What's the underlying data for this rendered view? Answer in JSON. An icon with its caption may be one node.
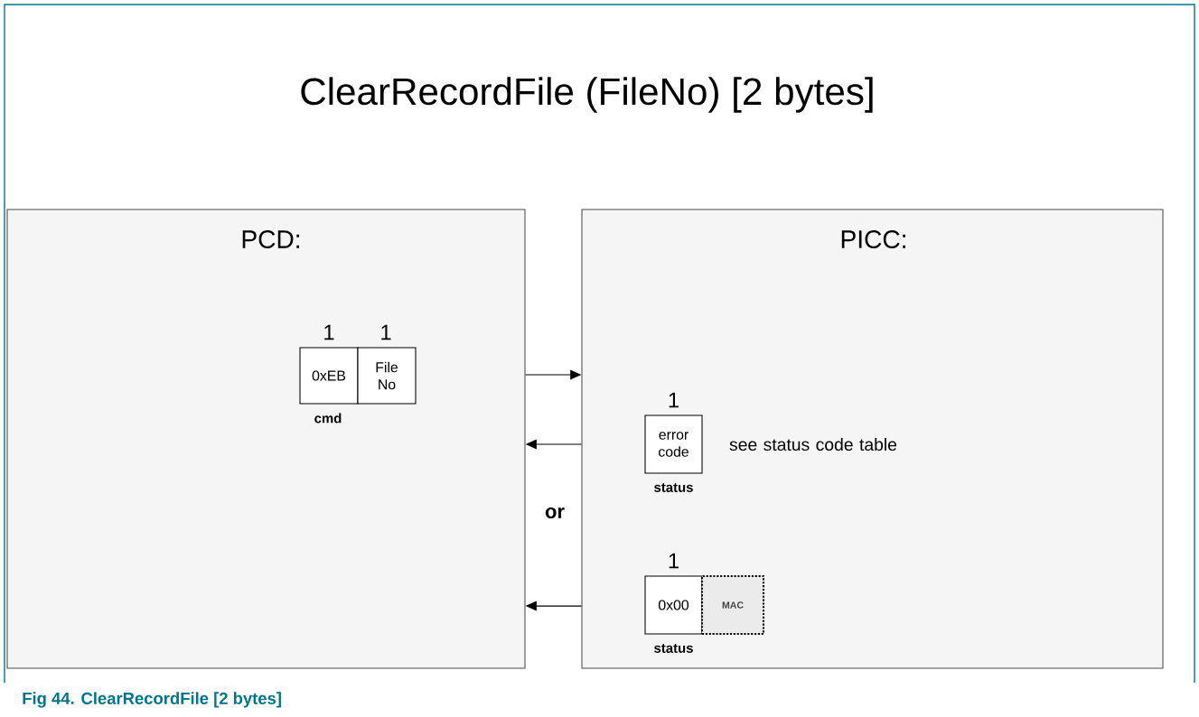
{
  "diagram": {
    "title": "ClearRecordFile (FileNo) [2 bytes]",
    "caption": "Fig 44. ClearRecordFile [2 bytes]",
    "nodes": [
      {
        "text": [
          "PCD:"
        ]
      },
      {
        "text": [
          "PICC:"
        ]
      },
      {
        "text": [
          "0xEB"
        ],
        "in": 0,
        "beside": [
          "1",
          "cmd"
        ]
      },
      {
        "text": [
          "File No"
        ],
        "in": 0,
        "beside": [
          "1"
        ]
      },
      {
        "text": [
          "error code"
        ],
        "in": 1,
        "beside": [
          "1",
          "status"
        ]
      },
      {
        "text": [
          "0x00"
        ],
        "in": 1,
        "beside": [
          "1",
          "status"
        ]
      },
      {
        "text": [
          "MAC"
        ],
        "in": 1
      }
    ],
    "edges": [
      {
        "from": 0,
        "to": 1,
        "arrow": "to"
      },
      {
        "from": 1,
        "to": 0,
        "arrow": "to"
      },
      {
        "from": 1,
        "to": 0,
        "arrow": "to"
      }
    ],
    "labels": [
      "see status code table",
      "or"
    ]
  }
}
